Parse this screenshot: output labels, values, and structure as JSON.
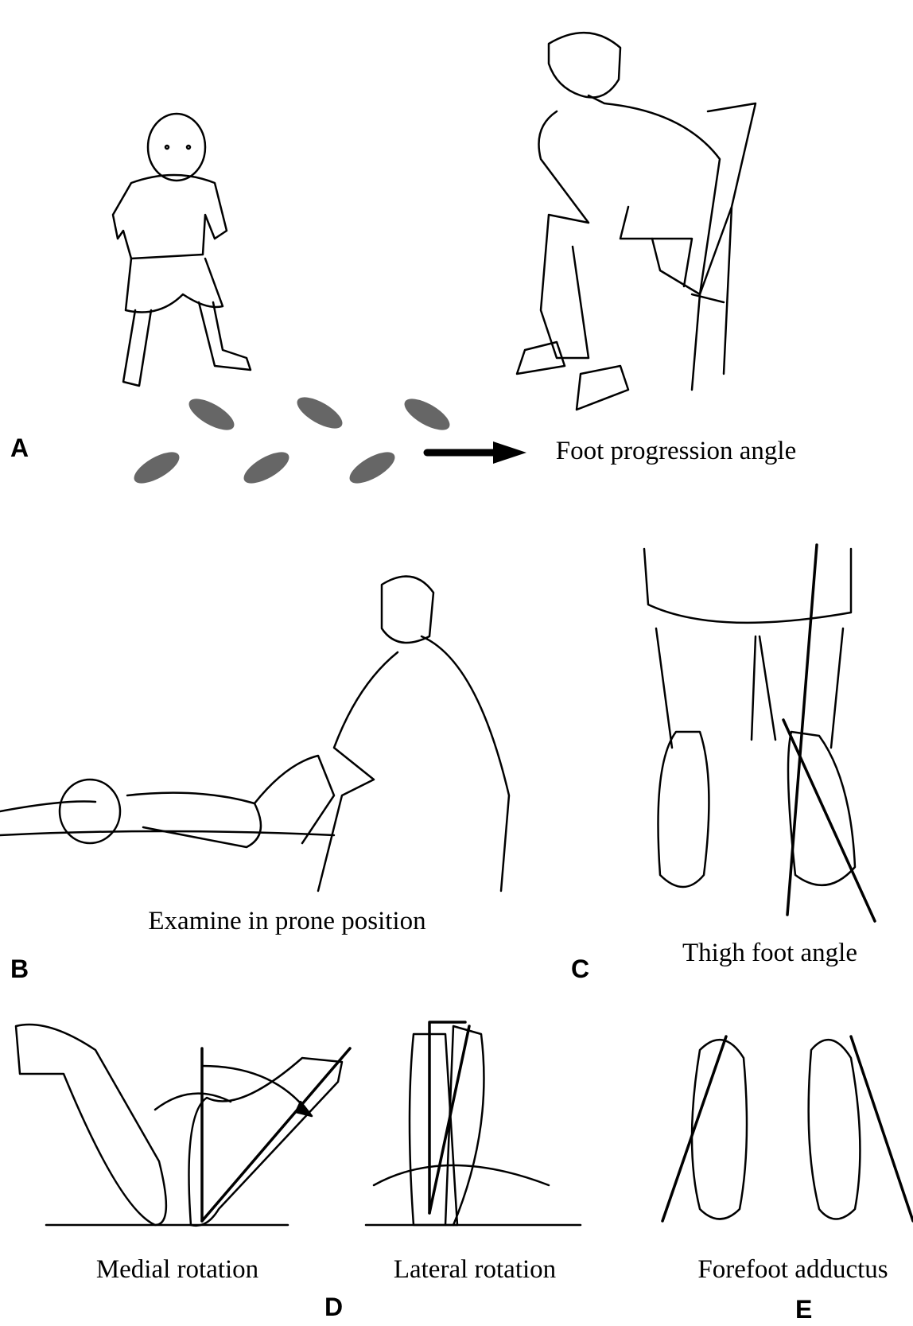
{
  "panels": {
    "a": {
      "letter": "A",
      "caption": "Foot progression angle"
    },
    "b": {
      "letter": "B",
      "caption": "Examine in prone position"
    },
    "c": {
      "letter": "C",
      "caption": "Thigh foot angle"
    },
    "d": {
      "letter": "D",
      "caption_left": "Medial rotation",
      "caption_right": "Lateral rotation"
    },
    "e": {
      "letter": "E",
      "caption": "Forefoot adductus"
    }
  },
  "colors": {
    "ink": "#000000",
    "footprint": "#555555"
  }
}
